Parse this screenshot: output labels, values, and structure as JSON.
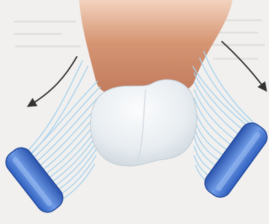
{
  "figure": {
    "page_color": "#f1f0ee",
    "faint_text_color": "#c9c6c2",
    "gum_color": "#c98a6a",
    "tooth_color": "#e6ebef",
    "bristle_color": "#a8d2ef",
    "brush_head_color": "#3f72cf",
    "arrow_color": "#333333",
    "parts": {
      "gum": "gum-tissue",
      "tooth": "tooth-crown",
      "left_brush": "left-toothbrush",
      "right_brush": "right-toothbrush",
      "left_arrow": "curved-arrow",
      "right_arrow": "curved-arrow"
    }
  }
}
